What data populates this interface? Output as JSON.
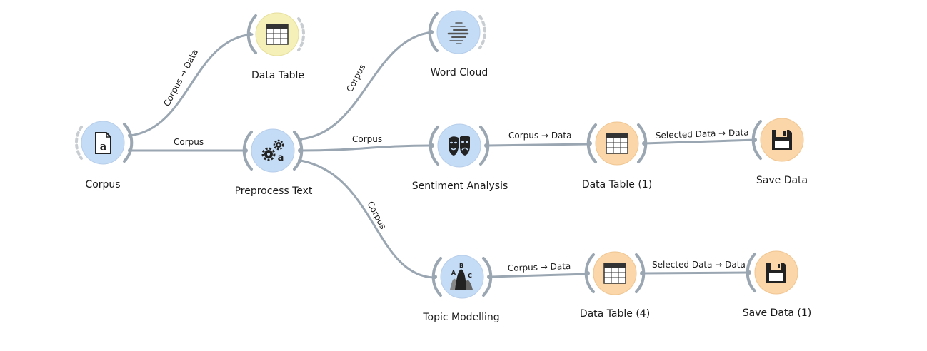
{
  "colors": {
    "blue_node": "#c5dcf6",
    "blue_node_edge": "#b0cbeb",
    "yellow_node": "#f5f0b8",
    "orange_node": "#fbd6a8",
    "link": "#9aa6b2"
  },
  "nodes": {
    "corpus": {
      "label": "Corpus",
      "icon": "document-a-icon"
    },
    "data_table": {
      "label": "Data Table",
      "icon": "table-icon"
    },
    "preprocess": {
      "label": "Preprocess Text",
      "icon": "gears-a-icon"
    },
    "word_cloud": {
      "label": "Word Cloud",
      "icon": "word-cloud-icon"
    },
    "sentiment": {
      "label": "Sentiment Analysis",
      "icon": "theater-masks-icon"
    },
    "data_table_1": {
      "label": "Data Table (1)",
      "icon": "table-icon"
    },
    "save_data": {
      "label": "Save Data",
      "icon": "floppy-disk-icon"
    },
    "topic": {
      "label": "Topic Modelling",
      "icon": "topic-hills-icon",
      "letters": [
        "A",
        "B",
        "C"
      ]
    },
    "data_table_4": {
      "label": "Data Table (4)",
      "icon": "table-icon"
    },
    "save_data_1": {
      "label": "Save Data (1)",
      "icon": "floppy-disk-icon"
    }
  },
  "links": {
    "corpus_datatable": "Corpus → Data",
    "corpus_preprocess": "Corpus",
    "preprocess_wordcloud": "Corpus",
    "preprocess_sentiment": "Corpus",
    "preprocess_topic": "Corpus",
    "sentiment_dt1": "Corpus → Data",
    "dt1_save": "Selected Data → Data",
    "topic_dt4": "Corpus → Data",
    "dt4_save1": "Selected Data → Data"
  }
}
